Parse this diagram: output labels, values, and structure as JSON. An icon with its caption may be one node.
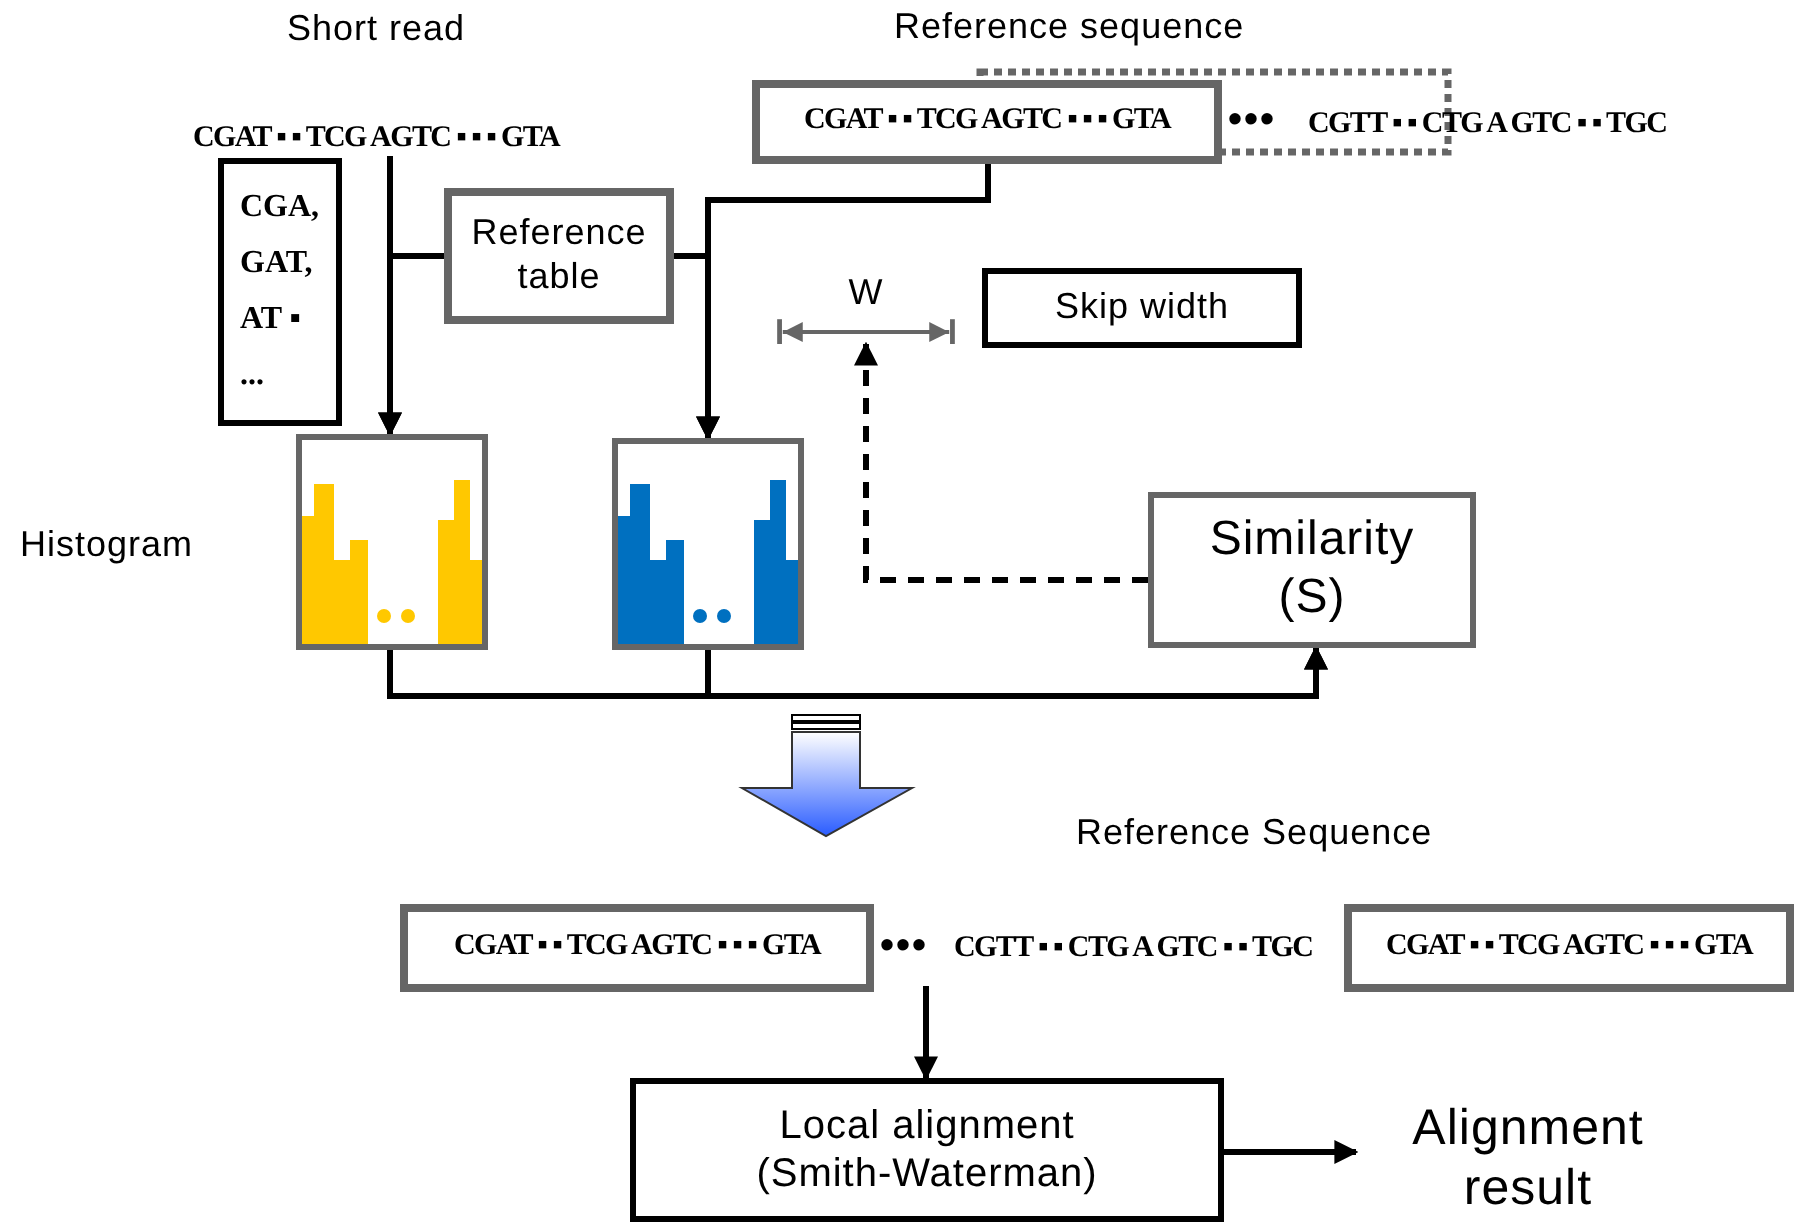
{
  "diagram": {
    "nodes": [
      {
        "text": [
          "Short read",
          "CGAT ▪ ▪ TCG AGTC ▪ ▪ ▪ GTA"
        ]
      },
      {
        "text": [
          "CGAT ▪ ▪ TCG AGTC ▪ ▪ ▪ GTA"
        ]
      },
      {
        "text": [
          "CGA, GAT, AT ▪ ..."
        ]
      },
      {
        "text": [
          "Reference table"
        ]
      },
      {
        "text": [
          "W"
        ]
      },
      {
        "text": [
          "Skip width"
        ]
      },
      {
        "text": [],
        "shape": "picture"
      },
      {
        "text": [],
        "shape": "picture"
      },
      {
        "text": [
          "Similarity (S)"
        ]
      },
      {
        "text": [
          "CGAT ▪ ▪ TCG AGTC ▪ ▪ ▪ GTA"
        ]
      },
      {
        "text": [
          "CGAT ▪ ▪ TCG AGTC ▪ ▪ ▪ GTA"
        ]
      },
      {
        "text": [
          "Local alignment (Smith-Waterman)"
        ]
      },
      {
        "text": [
          "Alignment result"
        ]
      }
    ],
    "edges": [
      {
        "from": 0,
        "to": 6,
        "arrow": "to"
      },
      {
        "from": 3,
        "to": 6,
        "arrow": "to"
      },
      {
        "from": 1,
        "to": 7,
        "arrow": "to"
      },
      {
        "from": 3,
        "to": 7,
        "arrow": "to"
      },
      {
        "from": 8,
        "to": 4,
        "arrow": "to",
        "style": "dashed"
      },
      {
        "from": 6,
        "to": 8,
        "arrow": "to"
      },
      {
        "from": 7,
        "to": 8,
        "arrow": "to"
      },
      {
        "from": null,
        "to": 11,
        "arrow": "to"
      },
      {
        "from": 11,
        "to": 12,
        "arrow": "to"
      }
    ],
    "labels": [
      "Reference sequence",
      "•••",
      "CGTT ▪ ▪ CTG A GTC ▪ ▪ TGC",
      "Histogram",
      "Reference Sequence",
      "•••",
      "CGTT ▪ ▪ CTG A GTC ▪ ▪ TGC"
    ]
  }
}
